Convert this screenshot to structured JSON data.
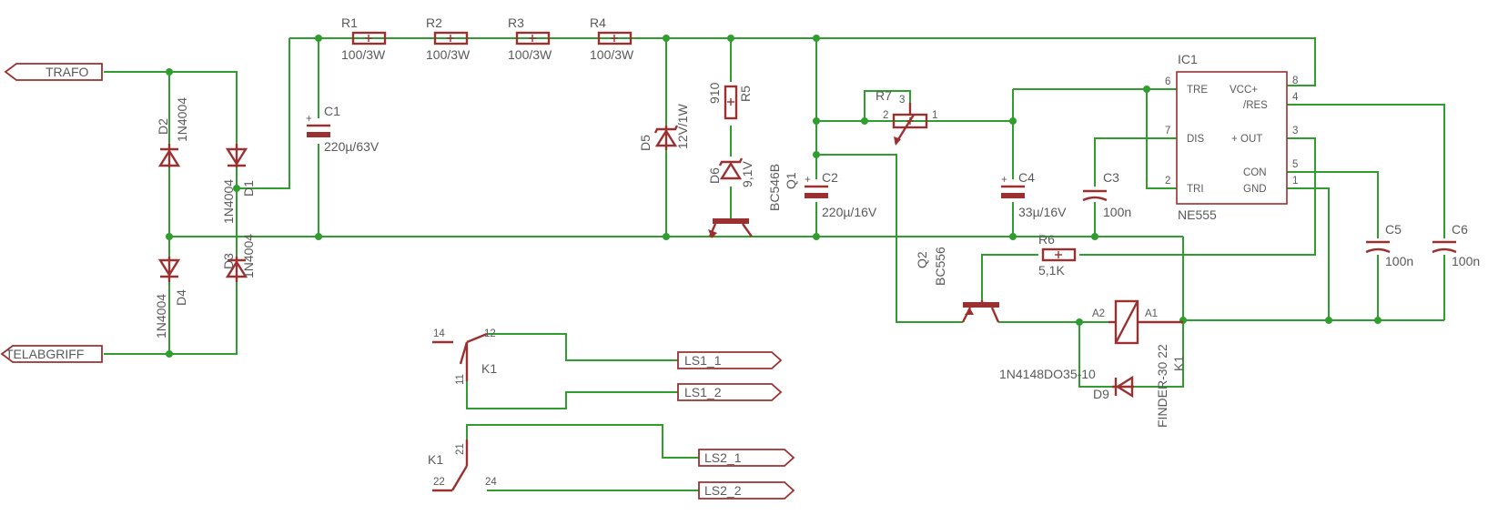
{
  "ports": {
    "trafo": "TRAFO",
    "telabgriff": "TELABGRIFF",
    "ls1_1": "LS1_1",
    "ls1_2": "LS1_2",
    "ls2_1": "LS2_1",
    "ls2_2": "LS2_2"
  },
  "resistors": {
    "r1": {
      "name": "R1",
      "value": "100/3W"
    },
    "r2": {
      "name": "R2",
      "value": "100/3W"
    },
    "r3": {
      "name": "R3",
      "value": "100/3W"
    },
    "r4": {
      "name": "R4",
      "value": "100/3W"
    },
    "r5": {
      "name": "R5",
      "value": "910"
    },
    "r6": {
      "name": "R6",
      "value": "5,1K"
    },
    "r7": {
      "name": "R7",
      "pin1": "1",
      "pin2": "2",
      "pin3": "3"
    }
  },
  "capacitors": {
    "c1": {
      "name": "C1",
      "value": "220µ/63V"
    },
    "c2": {
      "name": "C2",
      "value": "220µ/16V"
    },
    "c3": {
      "name": "C3",
      "value": "100n"
    },
    "c4": {
      "name": "C4",
      "value": "33µ/16V"
    },
    "c5": {
      "name": "C5",
      "value": "100n"
    },
    "c6": {
      "name": "C6",
      "value": "100n"
    }
  },
  "diodes": {
    "d1": {
      "name": "D1",
      "value": "1N4004"
    },
    "d2": {
      "name": "D2",
      "value": "1N4004"
    },
    "d3": {
      "name": "D3",
      "value": "1N4004"
    },
    "d4": {
      "name": "D4",
      "value": "1N4004"
    },
    "d5": {
      "name": "D5",
      "value": "12V/1W"
    },
    "d6": {
      "name": "D6",
      "value": "9,1V"
    },
    "d9": {
      "name": "D9",
      "value": "1N4148DO35-10"
    }
  },
  "transistors": {
    "q1": {
      "name": "Q1",
      "value": "BC546B"
    },
    "q2": {
      "name": "Q2",
      "value": "BC556"
    }
  },
  "ic": {
    "name": "IC1",
    "value": "NE555",
    "pins": {
      "tre": "TRE",
      "dis": "DIS",
      "tri": "TRI",
      "vcc": "VCC+",
      "res": "/RES",
      "out": "OUT",
      "con": "CON",
      "gnd": "GND"
    },
    "pin_numbers": {
      "tre": "6",
      "dis": "7",
      "tri": "2",
      "vcc": "8",
      "res": "4",
      "out": "3",
      "con": "5",
      "gnd": "1"
    }
  },
  "relay": {
    "coil": {
      "name": "K1",
      "value": "FINDER-30 22",
      "a1": "A1",
      "a2": "A2"
    },
    "contact1": {
      "name": "K1",
      "p11": "11",
      "p12": "12",
      "p14": "14"
    },
    "contact2": {
      "name": "K1",
      "p21": "21",
      "p22": "22",
      "p24": "24"
    }
  },
  "colors": {
    "wire": "#2f9e2f",
    "component": "#9b3030",
    "text": "#5a5a5a"
  }
}
